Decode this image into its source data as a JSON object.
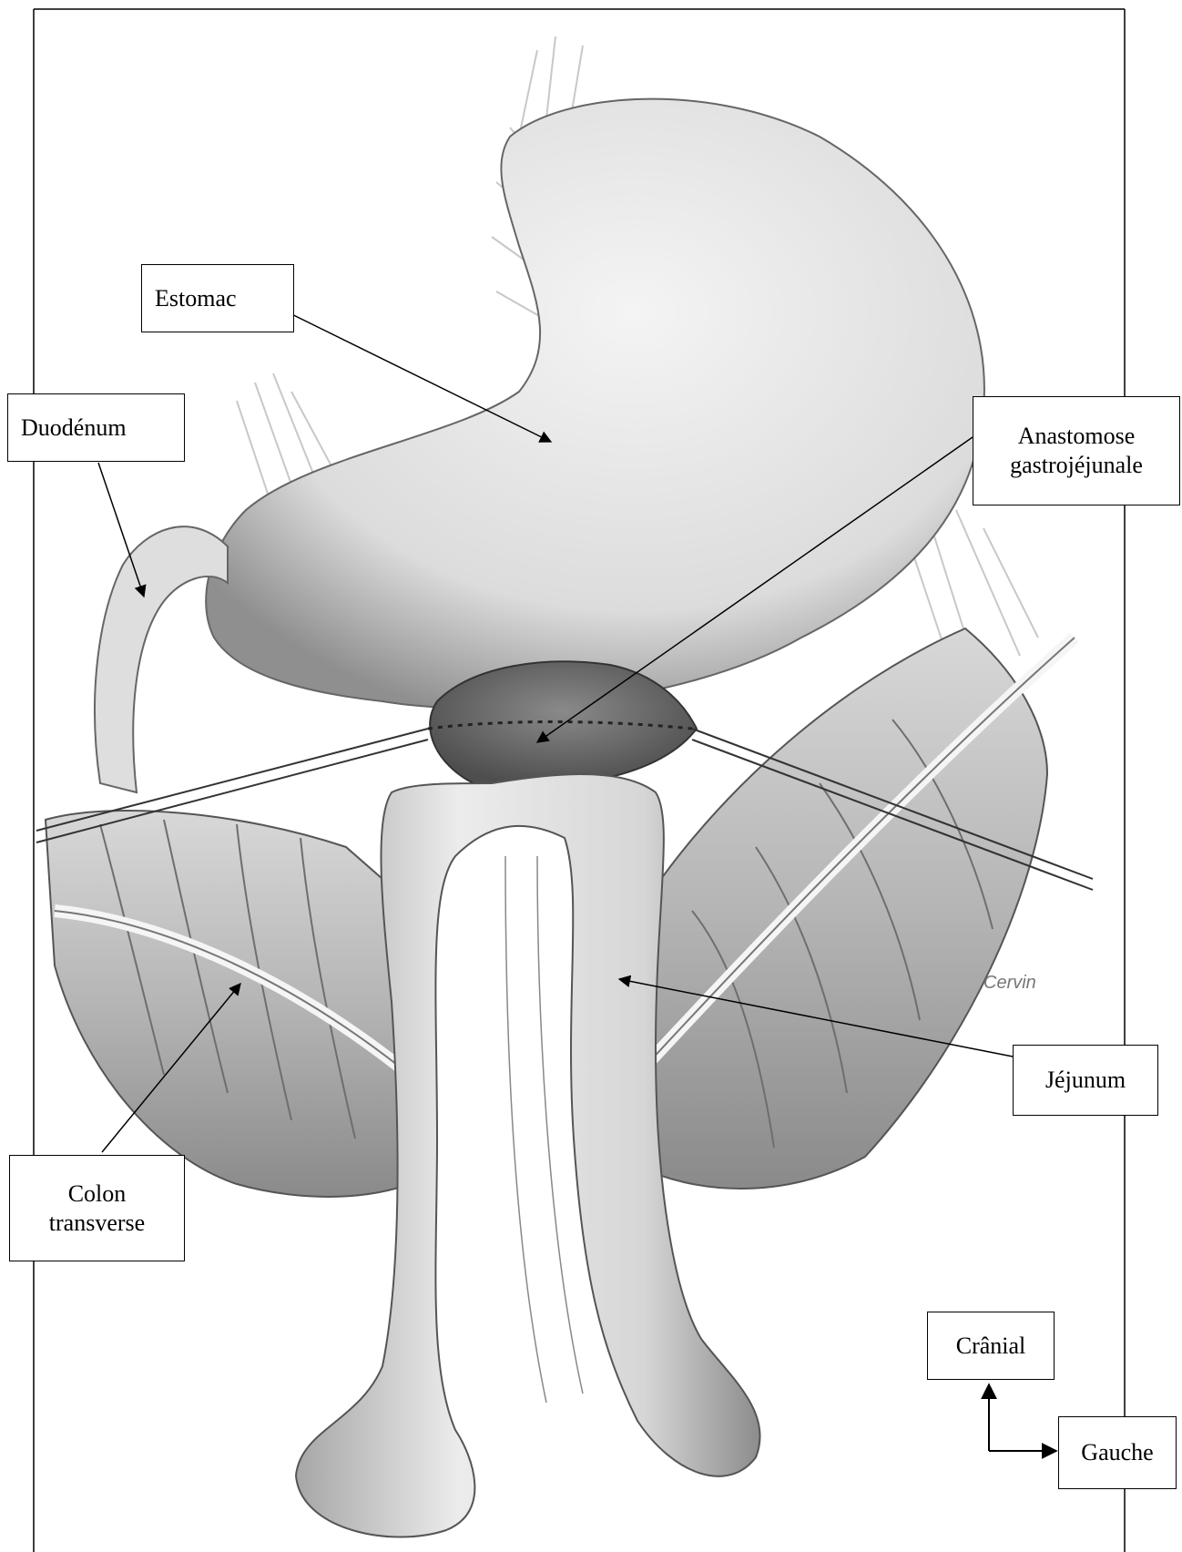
{
  "labels": {
    "estomac": "Estomac",
    "duodenum": "Duodénum",
    "anastomose": "Anastomose\ngastrojéjunale",
    "jejunum": "Jéjunum",
    "colon": "Colon\ntransverse",
    "cranial": "Crânial",
    "gauche": "Gauche"
  },
  "artist_signature": "Cervin",
  "colors": {
    "line": "#000000",
    "organ_fill": "#e6e6e6",
    "organ_shade": "#9a9a9a",
    "background": "#ffffff"
  }
}
